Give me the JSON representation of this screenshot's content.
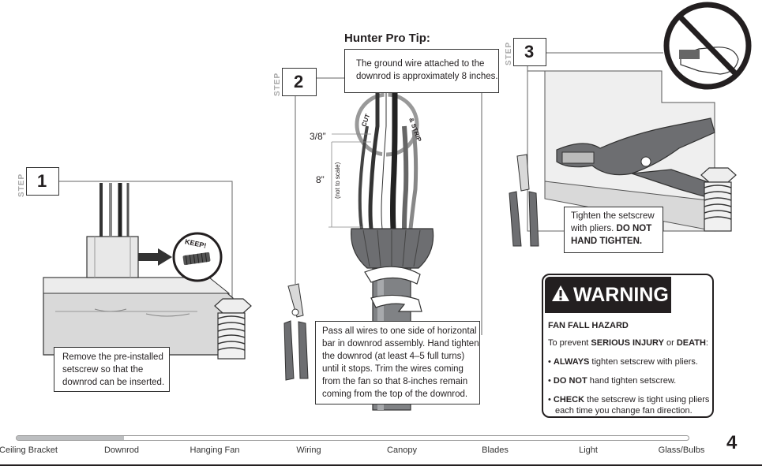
{
  "pro_tip": {
    "heading": "Hunter Pro Tip:",
    "text_line1": "The ground wire attached to the",
    "text_line2": "downrod is approximately 8 inches."
  },
  "steps": [
    {
      "word": "STEP",
      "number": "1",
      "caption_lines": [
        "Remove the pre-installed",
        "setscrew so that the",
        "downrod can be inserted."
      ]
    },
    {
      "word": "STEP",
      "number": "2",
      "caption_lines": [
        "Pass all wires to one side of horizontal",
        "bar in downrod assembly. Hand tighten",
        "the downrod (at least 4–5 full turns)",
        "until it stops. Trim the wires coming",
        "from the fan so that 8-inches remain",
        "coming from the top of the downrod."
      ]
    },
    {
      "word": "STEP",
      "number": "3",
      "caption_line1": "Tighten the setscrew",
      "caption_line2a": "with pliers. ",
      "caption_line2b": "DO NOT",
      "caption_line3": "HAND TIGHTEN."
    }
  ],
  "illustration_labels": {
    "keep": "KEEP!",
    "cut": "CUT",
    "strip": "& STRIP",
    "measure_small": "3/8”",
    "measure_large": "8”",
    "not_to_scale": "(not to scale)"
  },
  "warning": {
    "title": "WARNING",
    "hazard": "FAN FALL HAZARD",
    "intro_a": "To prevent ",
    "intro_b": "SERIOUS INJURY",
    "intro_c": " or ",
    "intro_d": "DEATH",
    "intro_e": ":",
    "b1_bold": "ALWAYS",
    "b1_rest": " tighten setscrew with pliers.",
    "b2_bold": "DO NOT",
    "b2_rest": " hand tighten setscrew.",
    "b3_bold": "CHECK",
    "b3_rest": " the setscrew is tight using pliers",
    "b3_line2": "each time you change fan direction.",
    "bullet": "•"
  },
  "progress_nav": {
    "items": [
      "Ceiling Bracket",
      "Downrod",
      "Hanging Fan",
      "Wiring",
      "Canopy",
      "Blades",
      "Light",
      "Glass/Bulbs"
    ],
    "progress_fraction": 0.16,
    "page_number": "4"
  },
  "colors": {
    "ink": "#231f20",
    "gray_fill": "#d9d9d9",
    "dark_gray": "#6d6e71",
    "progress_fill": "#bcbec0"
  }
}
